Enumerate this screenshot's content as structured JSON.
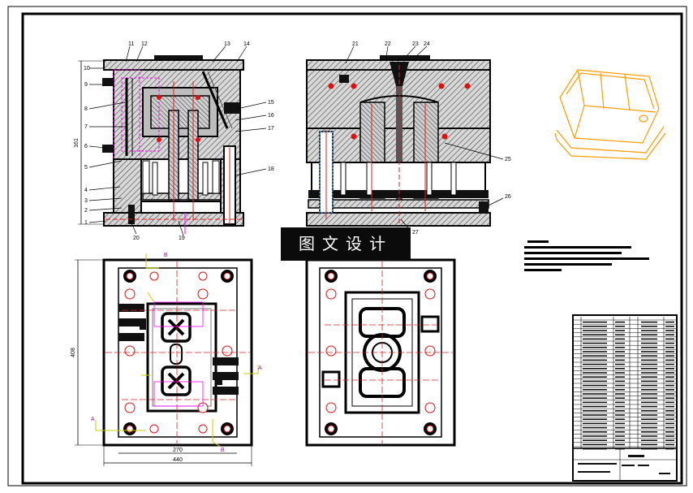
{
  "watermark": "图文设计",
  "callouts_top_left": [
    "11",
    "12",
    "13",
    "14",
    "10",
    "9",
    "8",
    "7",
    "6",
    "5",
    "4",
    "3",
    "2",
    "1",
    "15",
    "16",
    "17",
    "18",
    "20",
    "19"
  ],
  "callouts_top_right": [
    "21",
    "22",
    "23",
    "24",
    "25",
    "26",
    "27"
  ],
  "dim_vertical_top": "161",
  "dim_vertical_bottom": "408",
  "dim_bottom_inner": "270",
  "dim_bottom_outer": "440",
  "section_letters": [
    "A",
    "A",
    "B",
    "B"
  ],
  "colors": {
    "outline": "#000000",
    "hatch": "#555555",
    "centerline": "#e0201e",
    "cavity": "#ff00ff",
    "dimension": "#cccc00",
    "isometric": "#ff9900"
  }
}
